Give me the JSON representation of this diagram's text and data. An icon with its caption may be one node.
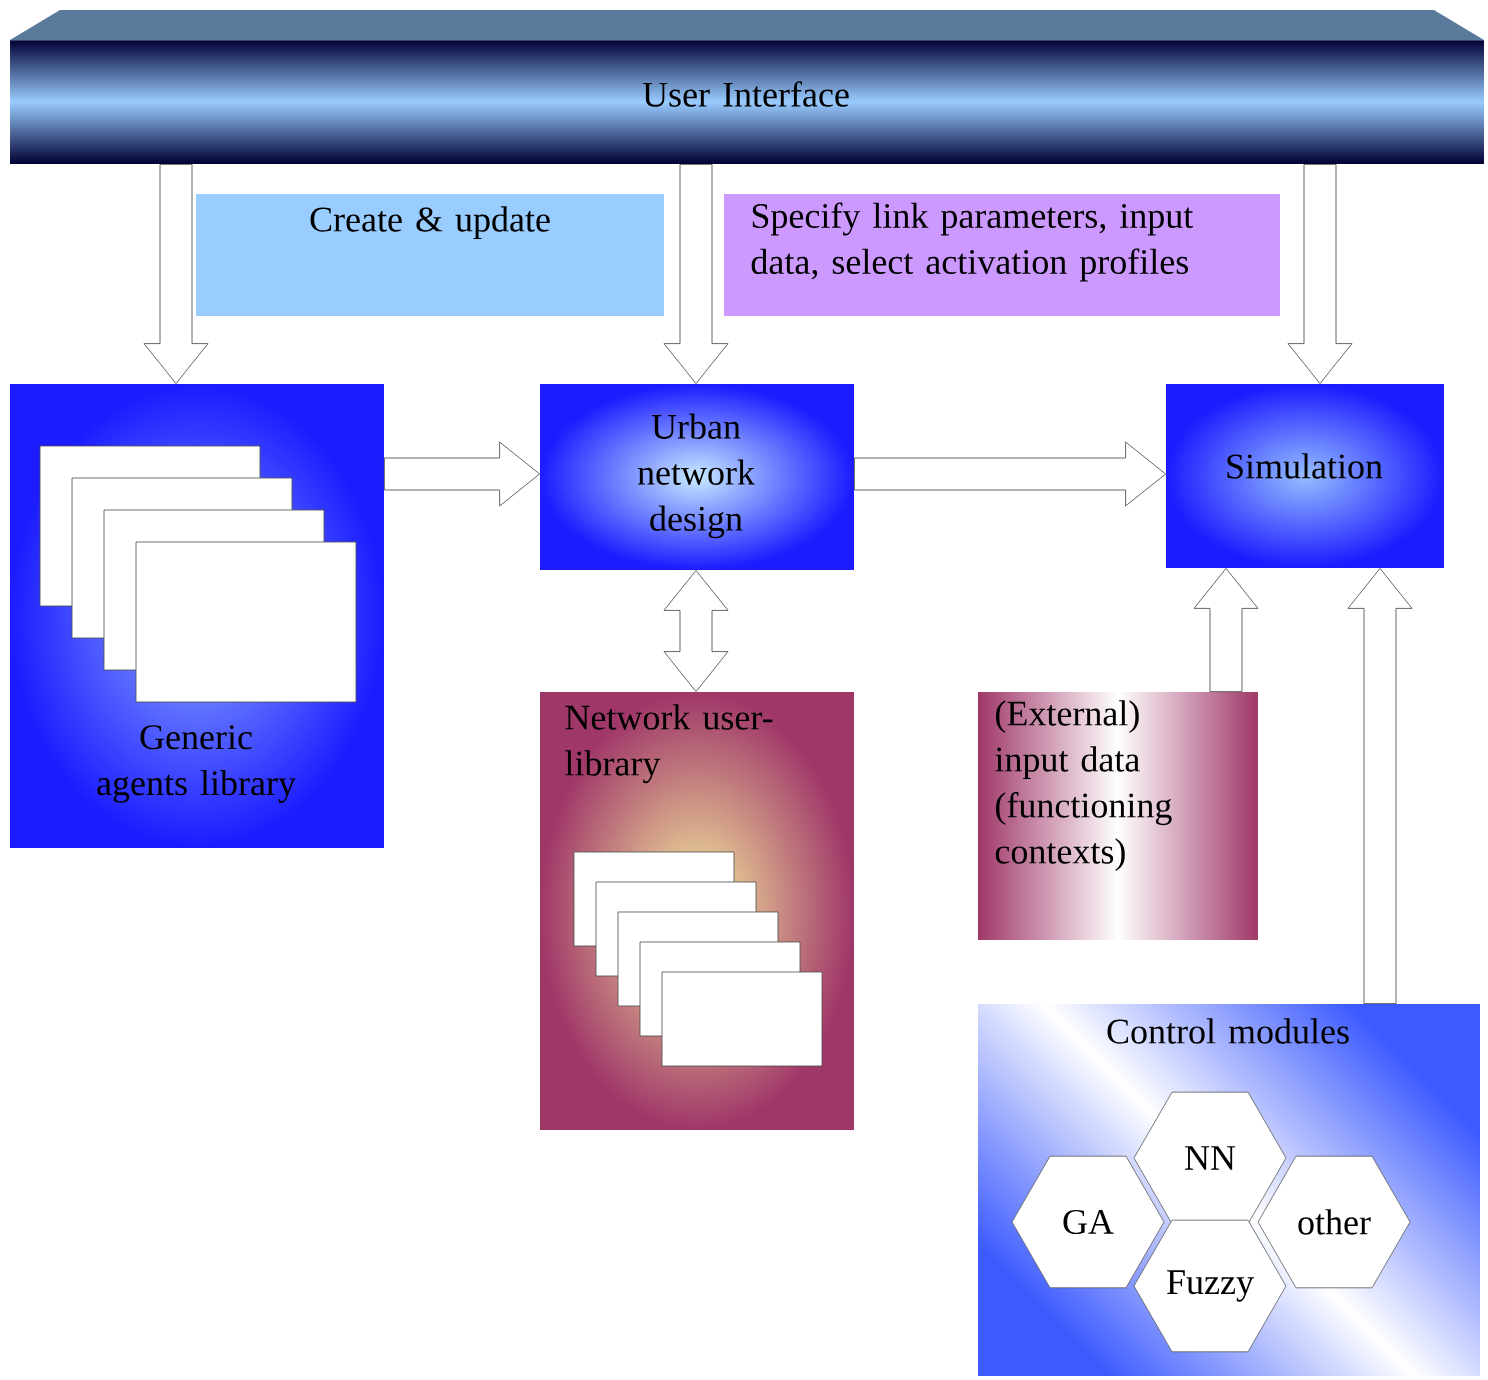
{
  "diagram": {
    "nodes": [
      {
        "text": [
          "User Interface"
        ]
      },
      {
        "text": [
          "Create & update"
        ]
      },
      {
        "text": [
          "Specify link parameters, input data, select activation profiles"
        ]
      },
      {
        "text": [
          "Generic agents library"
        ]
      },
      {
        "text": [
          "Urban network design"
        ]
      },
      {
        "text": [
          "Simulation"
        ]
      },
      {
        "text": [
          "Network user-library"
        ]
      },
      {
        "text": [
          "(External) input data (functioning contexts)"
        ]
      },
      {
        "text": [
          "Control modules"
        ]
      },
      {
        "text": [
          "NN"
        ],
        "in": 8
      },
      {
        "text": [
          "GA"
        ],
        "in": 8
      },
      {
        "text": [
          "other"
        ],
        "in": 8
      },
      {
        "text": [
          "Fuzzy"
        ],
        "in": 8
      }
    ],
    "edges": [
      {
        "from": 0,
        "to": 3,
        "arrow": "to"
      },
      {
        "from": 0,
        "to": 4,
        "arrow": "to"
      },
      {
        "from": 0,
        "to": 5,
        "arrow": "to"
      },
      {
        "from": 3,
        "to": 4,
        "arrow": "to"
      },
      {
        "from": 4,
        "to": 5,
        "arrow": "to"
      },
      {
        "from": 4,
        "to": 6,
        "arrow": "both"
      },
      {
        "from": 7,
        "to": 5,
        "arrow": "to"
      },
      {
        "from": 8,
        "to": 5,
        "arrow": "to"
      }
    ]
  }
}
